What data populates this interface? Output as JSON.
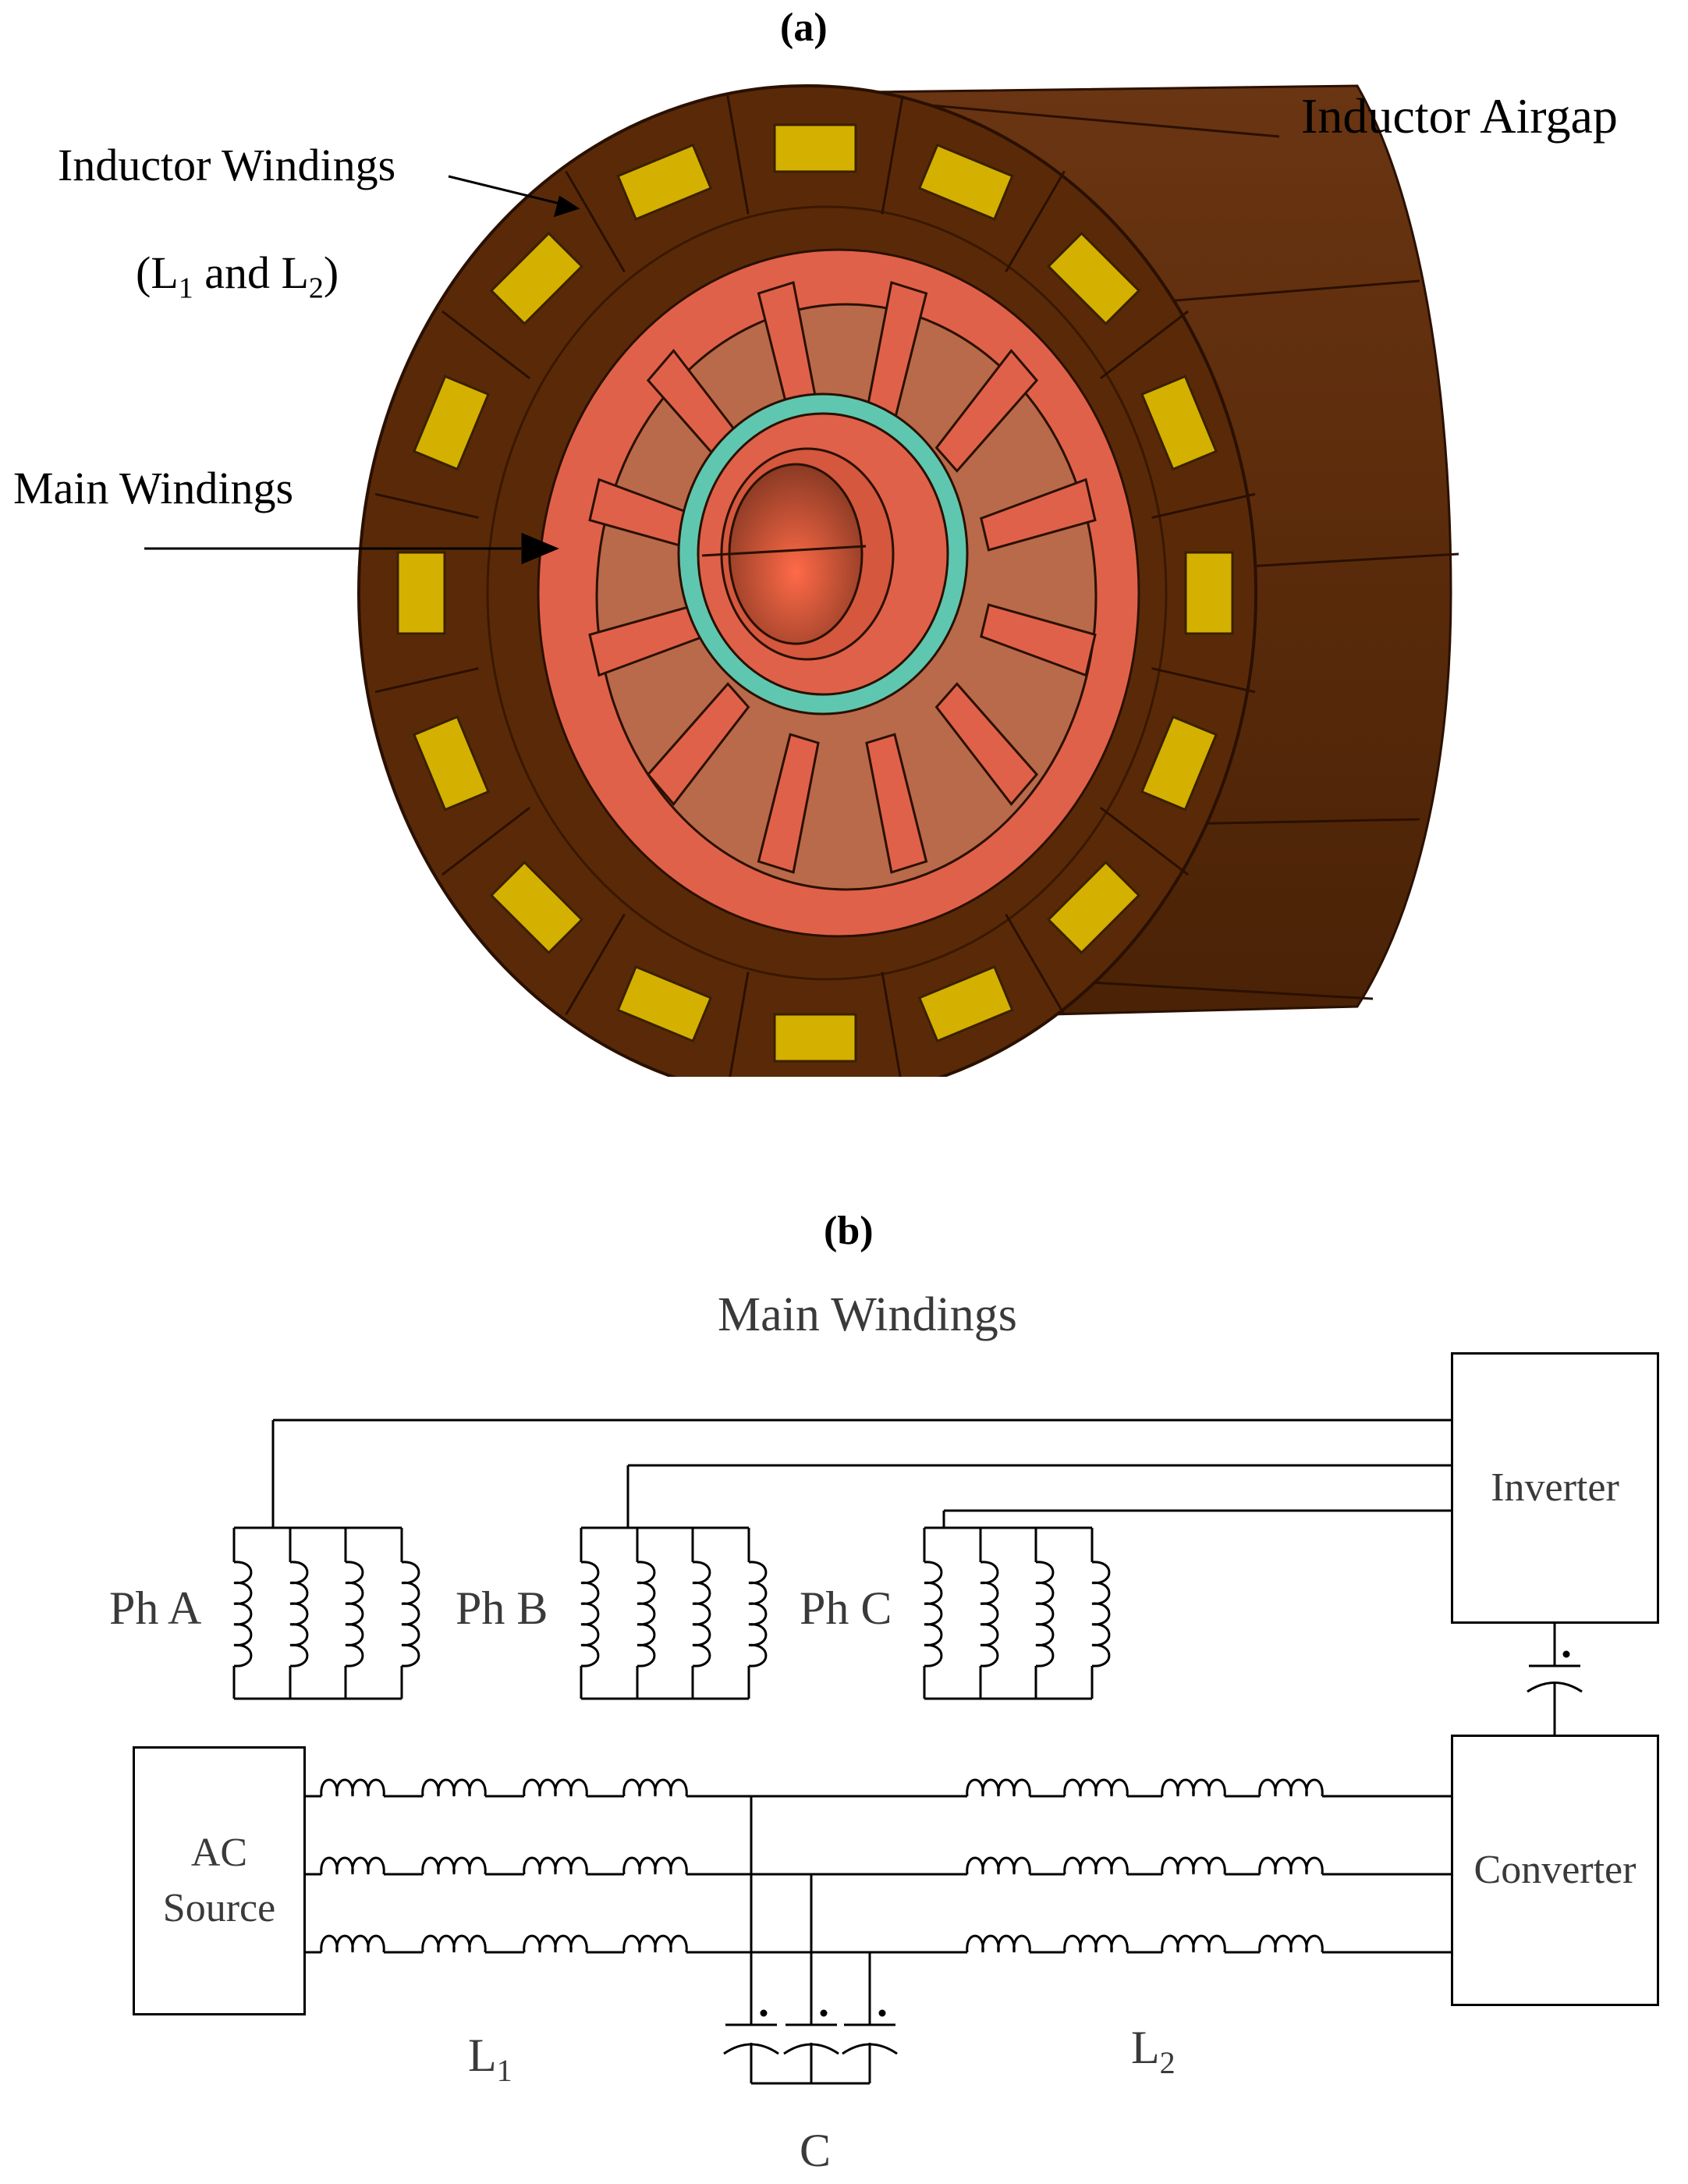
{
  "panel_a": {
    "caption_open": "(",
    "caption_letter": "a",
    "caption_close": ")",
    "labels": {
      "inductor_airgap": "Inductor Airgap",
      "inductor_windings": "Inductor Windings",
      "inductor_windings_sub": {
        "open": "(L",
        "sub1": "1",
        "mid": " and L",
        "sub2": "2",
        "close": ")"
      },
      "main_windings": "Main Windings"
    },
    "colors": {
      "outer_body": "#5a2a08",
      "outer_body_side": "#6b3410",
      "inductor_winding": "#d4b000",
      "stator_core": "#e0614a",
      "stator_slot": "#c87a5a",
      "airgap_ring": "#5fc7b0",
      "shaft": "#e86a50"
    }
  },
  "panel_b": {
    "caption_open": "(",
    "caption_letter": "b",
    "caption_close": ")",
    "title": "Main Windings",
    "phases": [
      "Ph A",
      "Ph B",
      "Ph C"
    ],
    "inverter": "Inverter",
    "converter": "Converter",
    "ac_source_line1": "AC",
    "ac_source_line2": "Source",
    "l1": {
      "base": "L",
      "sub": "1"
    },
    "l2": {
      "base": "L",
      "sub": "2"
    },
    "c": "C"
  }
}
